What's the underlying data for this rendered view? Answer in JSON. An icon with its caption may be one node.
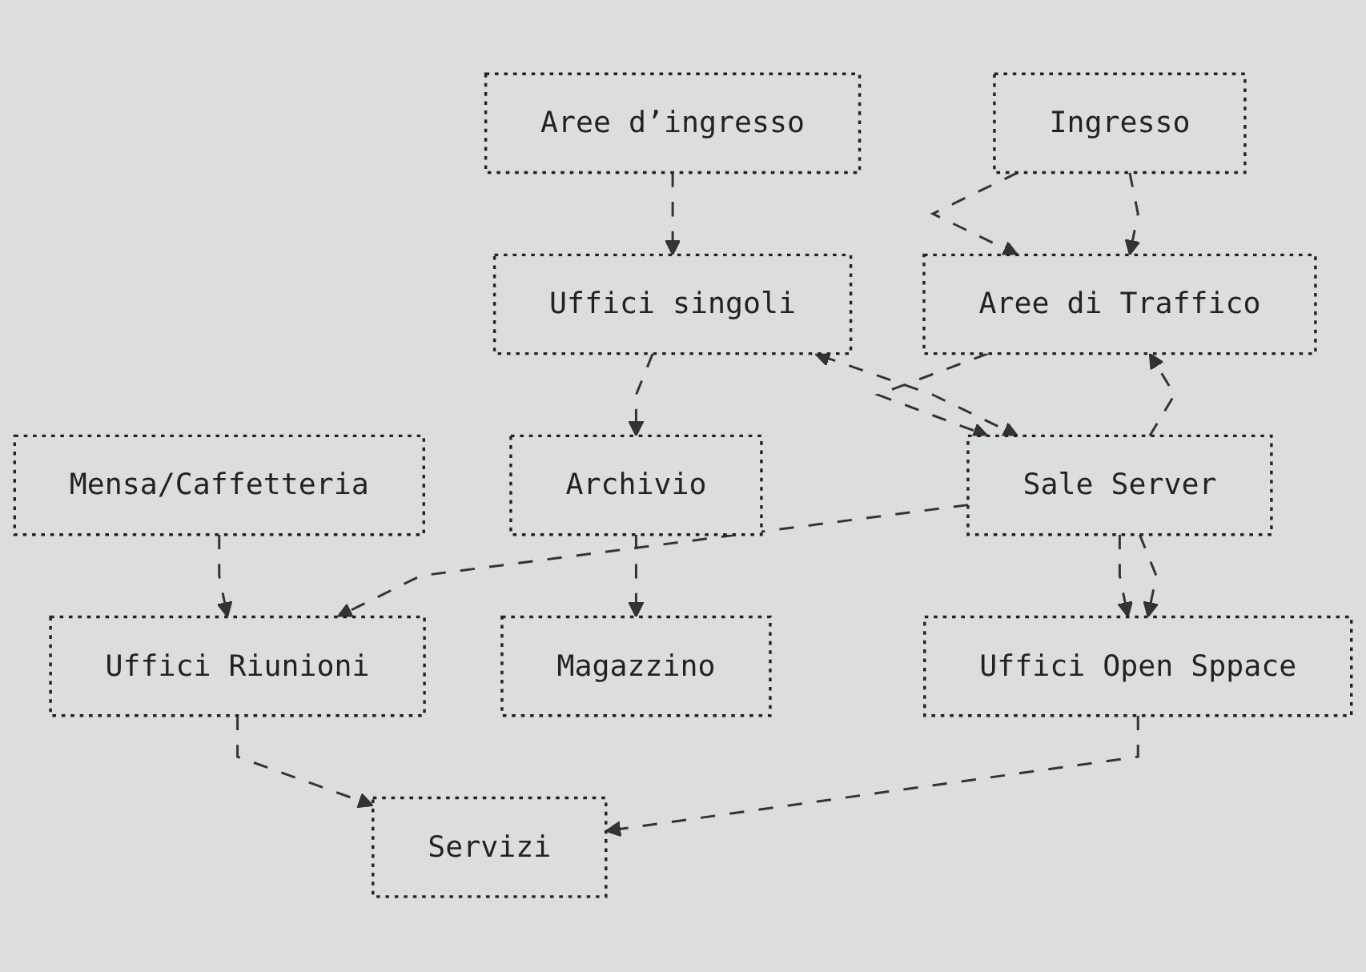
{
  "diagram": {
    "nodes": [
      {
        "text": [
          "Ingresso"
        ]
      },
      {
        "text": [
          "Aree d’ingresso"
        ]
      },
      {
        "text": [
          "Aree di Traffico"
        ]
      },
      {
        "text": [
          "Mensa/Caffetteria"
        ]
      },
      {
        "text": [
          "Uffici singoli"
        ]
      },
      {
        "text": [
          "Sale Server"
        ]
      },
      {
        "text": [
          "Uffici Riunioni"
        ]
      },
      {
        "text": [
          "Archivio"
        ]
      },
      {
        "text": [
          "Magazzino"
        ]
      },
      {
        "text": [
          "Uffici Open Sppace"
        ]
      },
      {
        "text": [
          "Servizi"
        ]
      }
    ],
    "edges": [
      {
        "from": 0,
        "to": 2,
        "arrow": "to",
        "style": "dashed"
      },
      {
        "from": 0,
        "to": 2,
        "arrow": "to",
        "style": "dashed"
      },
      {
        "from": 1,
        "to": 4,
        "arrow": "to",
        "style": "dashed"
      },
      {
        "from": 2,
        "to": 5,
        "arrow": "to",
        "style": "dashed"
      },
      {
        "from": 3,
        "to": 6,
        "arrow": "to",
        "style": "dashed"
      },
      {
        "from": 4,
        "to": 5,
        "arrow": "both",
        "style": "dashed"
      },
      {
        "from": 5,
        "to": 2,
        "arrow": "to",
        "style": "dashed"
      },
      {
        "from": 5,
        "to": 6,
        "arrow": "to",
        "style": "dashed"
      },
      {
        "from": 4,
        "to": 7,
        "arrow": "to",
        "style": "dashed"
      },
      {
        "from": 5,
        "to": 9,
        "arrow": "to",
        "style": "dashed"
      },
      {
        "from": 5,
        "to": 9,
        "arrow": "to",
        "style": "dashed"
      },
      {
        "from": 6,
        "to": 10,
        "arrow": "to",
        "style": "dashed"
      },
      {
        "from": 7,
        "to": 8,
        "arrow": "to",
        "style": "dashed"
      },
      {
        "from": 9,
        "to": 10,
        "arrow": "to",
        "style": "dashed"
      }
    ]
  }
}
